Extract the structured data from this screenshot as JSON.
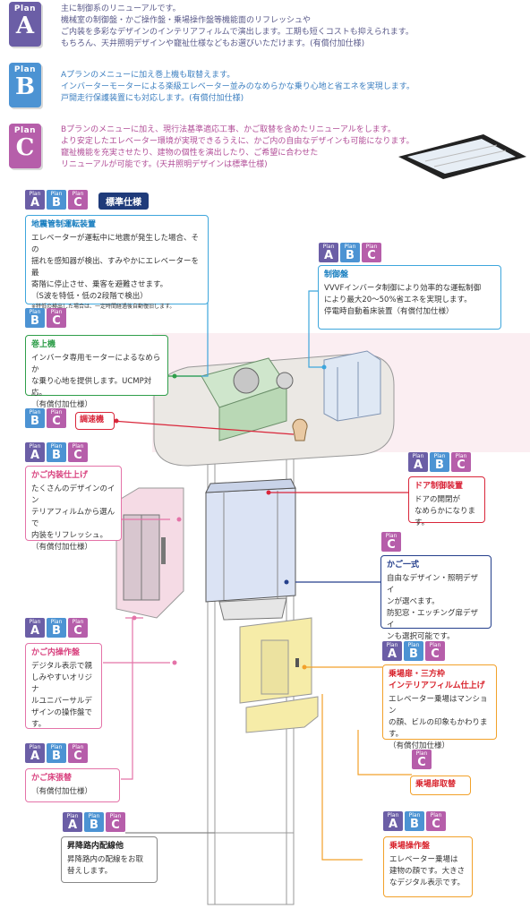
{
  "plans": [
    {
      "plan_label": "Plan",
      "letter": "A",
      "color": "#6b5ea6",
      "text_color": "#5a5a8a",
      "lines": [
        "主に制御系のリニューアルです。",
        "機械室の制御盤・かご操作盤・乗場操作盤等機能面のリフレッシュや",
        "ご内装を多彩なデザインのインテリアフィルムで演出します。工期も短くコストも抑えられます。",
        "もちろん、天井照明デザインや寵祉仕様などもお選びいただけます。(有償付加仕様)"
      ]
    },
    {
      "plan_label": "Plan",
      "letter": "B",
      "color": "#4c93d3",
      "text_color": "#3c7fc0",
      "lines": [
        "Aプランのメニューに加え巻上機も取替えます。",
        "インバーターモーターによる楽級エレベーター並みのなめらかな乗り心地と省エネを実現します。",
        "戸開走行保護装置にも対応します。(有償付加仕様)"
      ]
    },
    {
      "plan_label": "Plan",
      "letter": "C",
      "color": "#b65eaa",
      "text_color": "#b24e98",
      "lines": [
        "Bプランのメニューに加え、現行法基準適応工事、かご取替を含めたリニューアルをします。",
        "より安定したエレベーター環境が実現できるうえに、かご内の自由なデザインも可能になります。",
        "寵祉機能を充実させたり、建物の個性を演出したり、ご希望に合わせた",
        "リニューアルが可能です。(天井照明デザインは標準仕様)"
      ]
    }
  ],
  "chip_plan": "Plan",
  "standard_label": "標準仕様",
  "callouts": {
    "seismic": {
      "title": "地震管制運転装置",
      "lines": [
        "エレベーターが運転中に地震が発生した場合、その",
        "揺れを感知器が検出、すみやかにエレベーターを最",
        "寄階に停止させ、乗客を避難させます。",
        "（S波を特低・低の2段階で検出）"
      ],
      "note": "※特低の検出した場合は、一定時間経過後自動復旧します。"
    },
    "control_panel": {
      "title": "制御盤",
      "lines": [
        "VVVFインバータ制御により効率的な運転制御",
        "により最大20〜50%省エネを実現します。",
        "停電時自動着床装置（有償付加仕様）"
      ]
    },
    "hoist": {
      "title": "巻上機",
      "lines": [
        "インバータ専用モーターによるなめらか",
        "な乗り心地を提供します。UCMP対応。",
        "（有償付加仕様）"
      ]
    },
    "governor": {
      "title": "調速機"
    },
    "car_interior": {
      "title": "かご内装仕上げ",
      "lines": [
        "たくさんのデザインのイン",
        "テリアフィルムから選んで",
        "内装をリフレッシュ。",
        "（有償付加仕様）"
      ]
    },
    "door_control": {
      "title": "ドア制御装置",
      "lines": [
        "ドアの開閉が",
        "なめらかになります。"
      ]
    },
    "car_set": {
      "title": "かご一式",
      "lines": [
        "自由なデザイン・照明デザイ",
        "ンが選べます。",
        "防犯窓・エッチング扉デザイ",
        "ンも選択可能です。"
      ]
    },
    "car_panel": {
      "title": "かご内操作盤",
      "lines": [
        "デジタル表示で親",
        "しみやすいオリジナ",
        "ルユニバーサルデ",
        "ザインの操作盤で",
        "す。"
      ]
    },
    "landing_door": {
      "title": "乗場扉・三方枠",
      "title2": "インテリアフィルム仕上げ",
      "lines": [
        "エレベーター乗場はマンション",
        "の顔、ビルの印象もかわります。",
        "（有償付加仕様）"
      ]
    },
    "car_floor": {
      "title": "かご床張替",
      "lines": [
        "（有償付加仕様）"
      ]
    },
    "landing_door_replace": {
      "title": "乗場扉取替"
    },
    "wiring": {
      "title": "昇降路内配線他",
      "lines": [
        "昇降路内の配線をお取",
        "替えします。"
      ]
    },
    "landing_panel": {
      "title": "乗場操作盤",
      "lines": [
        "エレベーター乗場は",
        "建物の顔です。大きさ",
        "なデジタル表示です。"
      ]
    }
  }
}
